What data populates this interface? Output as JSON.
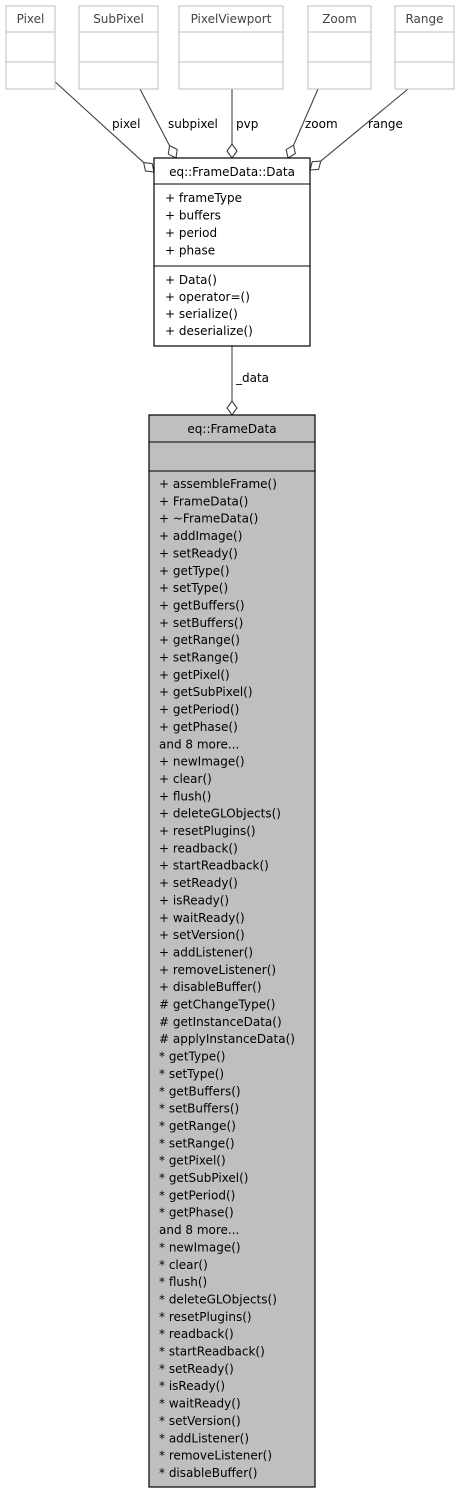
{
  "diagram": {
    "top_classes": [
      {
        "id": "pixel",
        "name": "Pixel",
        "edge_label": "pixel"
      },
      {
        "id": "subpixel",
        "name": "SubPixel",
        "edge_label": "subpixel"
      },
      {
        "id": "pixelviewport",
        "name": "PixelViewport",
        "edge_label": "pvp"
      },
      {
        "id": "zoom",
        "name": "Zoom",
        "edge_label": "zoom"
      },
      {
        "id": "range",
        "name": "Range",
        "edge_label": "range"
      }
    ],
    "data_class": {
      "name": "eq::FrameData::Data",
      "attributes": [
        "+ frameType",
        "+ buffers",
        "+ period",
        "+ phase"
      ],
      "methods": [
        "+ Data()",
        "+ operator=()",
        "+ serialize()",
        "+ deserialize()"
      ]
    },
    "data_edge_label": "_data",
    "frame_class": {
      "name": "eq::FrameData",
      "methods": [
        "+ assembleFrame()",
        "+ FrameData()",
        "+ ~FrameData()",
        "+ addImage()",
        "+ setReady()",
        "+ getType()",
        "+ setType()",
        "+ getBuffers()",
        "+ setBuffers()",
        "+ getRange()",
        "+ setRange()",
        "+ getPixel()",
        "+ getSubPixel()",
        "+ getPeriod()",
        "+ getPhase()",
        "and 8 more...",
        "+ newImage()",
        "+ clear()",
        "+ flush()",
        "+ deleteGLObjects()",
        "+ resetPlugins()",
        "+ readback()",
        "+ startReadback()",
        "+ setReady()",
        "+ isReady()",
        "+ waitReady()",
        "+ setVersion()",
        "+ addListener()",
        "+ removeListener()",
        "+ disableBuffer()",
        "# getChangeType()",
        "# getInstanceData()",
        "# applyInstanceData()",
        "* getType()",
        "* setType()",
        "* getBuffers()",
        "* setBuffers()",
        "* getRange()",
        "* setRange()",
        "* getPixel()",
        "* getSubPixel()",
        "* getPeriod()",
        "* getPhase()",
        "and 8 more...",
        "* newImage()",
        "* clear()",
        "* flush()",
        "* deleteGLObjects()",
        "* resetPlugins()",
        "* readback()",
        "* startReadback()",
        "* setReady()",
        "* isReady()",
        "* waitReady()",
        "* setVersion()",
        "* addListener()",
        "* removeListener()",
        "* disableBuffer()"
      ]
    },
    "colors": {
      "top_border": "#bfbfbf",
      "top_text": "#444444",
      "box_border": "#000000",
      "frame_fill": "#bfbfbf",
      "edge": "#404040",
      "edge_label": "#000000"
    }
  }
}
